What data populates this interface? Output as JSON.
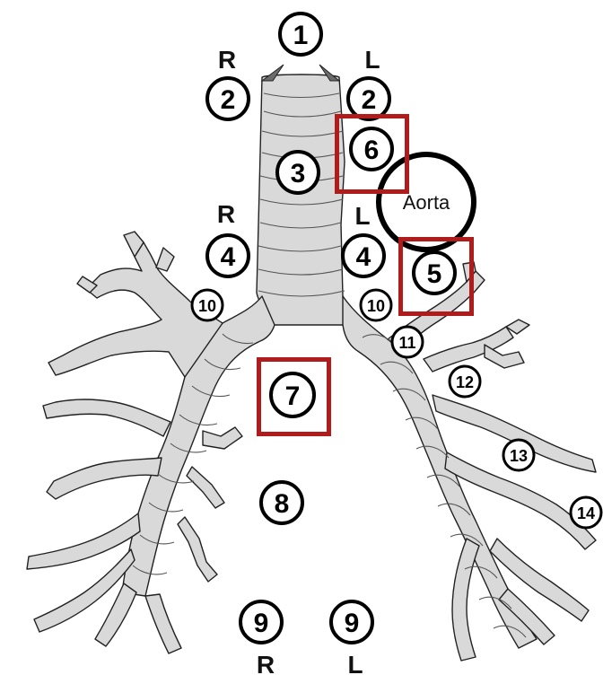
{
  "colors": {
    "airway_fill": "#d9d9d9",
    "outline": "#222222",
    "highlight_box": "#b01c1c",
    "wedge": "#6b6b6b"
  },
  "side_labels": {
    "r_top": "R",
    "l_top": "L",
    "r_mid": "R",
    "l_mid": "L",
    "r_bottom": "R",
    "l_bottom": "L"
  },
  "aorta": {
    "label": "Aorta"
  },
  "stations": {
    "s1": "1",
    "s2r": "2",
    "s2l": "2",
    "s3": "3",
    "s4r": "4",
    "s4l": "4",
    "s5": "5",
    "s6": "6",
    "s7": "7",
    "s8": "8",
    "s9r": "9",
    "s9l": "9",
    "s10r": "10",
    "s10l": "10",
    "s11": "11",
    "s12": "12",
    "s13": "13",
    "s14": "14"
  },
  "highlighted_stations": [
    "6",
    "5",
    "7"
  ]
}
